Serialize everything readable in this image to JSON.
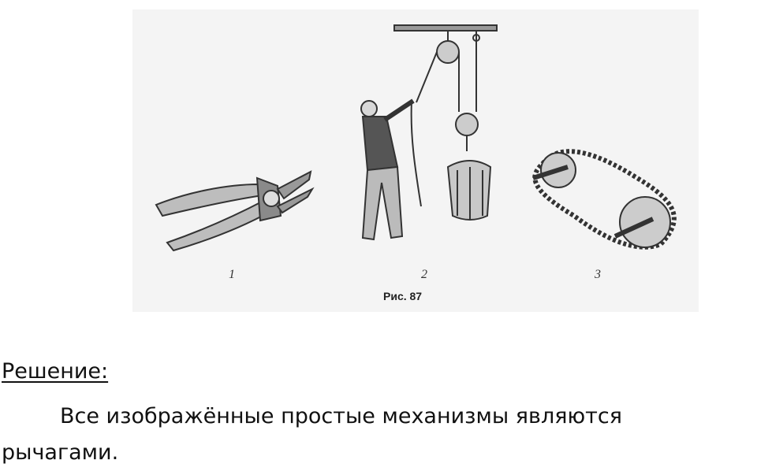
{
  "figure": {
    "labels": [
      "1",
      "2",
      "3"
    ],
    "caption": "Рис. 87",
    "icons": [
      "pliers-icon",
      "pulley-system-icon",
      "chain-drive-icon"
    ]
  },
  "solution": {
    "heading": "Решение:",
    "text": "Все изображённые простые механизмы являются рычагами."
  }
}
